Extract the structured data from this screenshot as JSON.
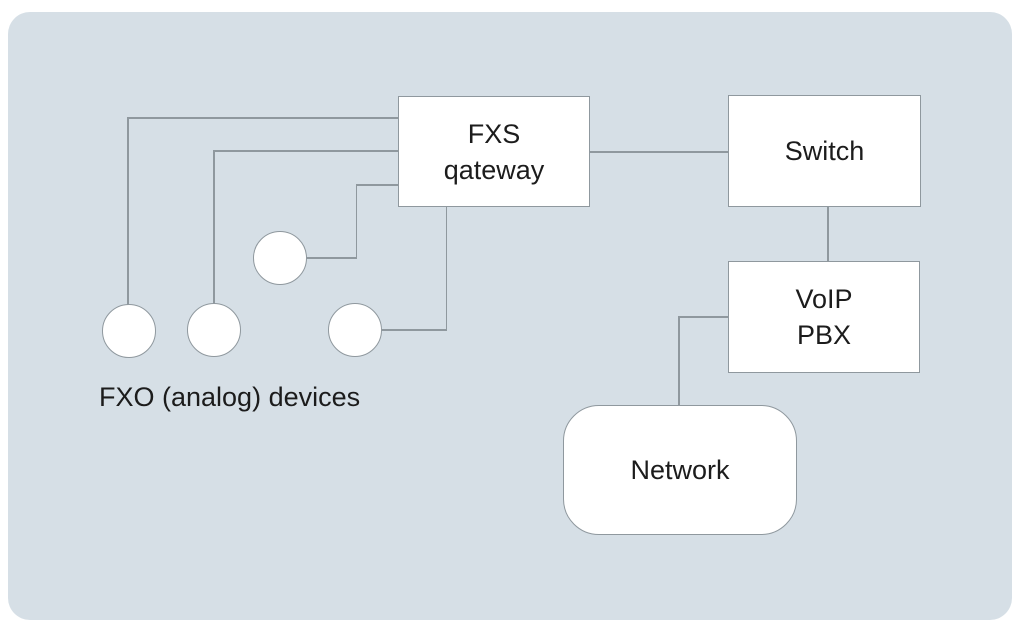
{
  "colors": {
    "page_bg": "#ffffff",
    "panel_bg": "#d6dfe6",
    "line": "#8f989e",
    "node_bg": "#ffffff",
    "text": "#1c1c1c"
  },
  "nodes": {
    "fxs_gateway": {
      "label": "FXS\nqateway"
    },
    "switch": {
      "label": "Switch"
    },
    "voip_pbx": {
      "label": "VoIP\nPBX"
    },
    "network": {
      "label": "Network"
    }
  },
  "caption": {
    "fxo_devices": "FXO (analog) devices"
  },
  "fxo_device_circles": {
    "count": 4
  }
}
